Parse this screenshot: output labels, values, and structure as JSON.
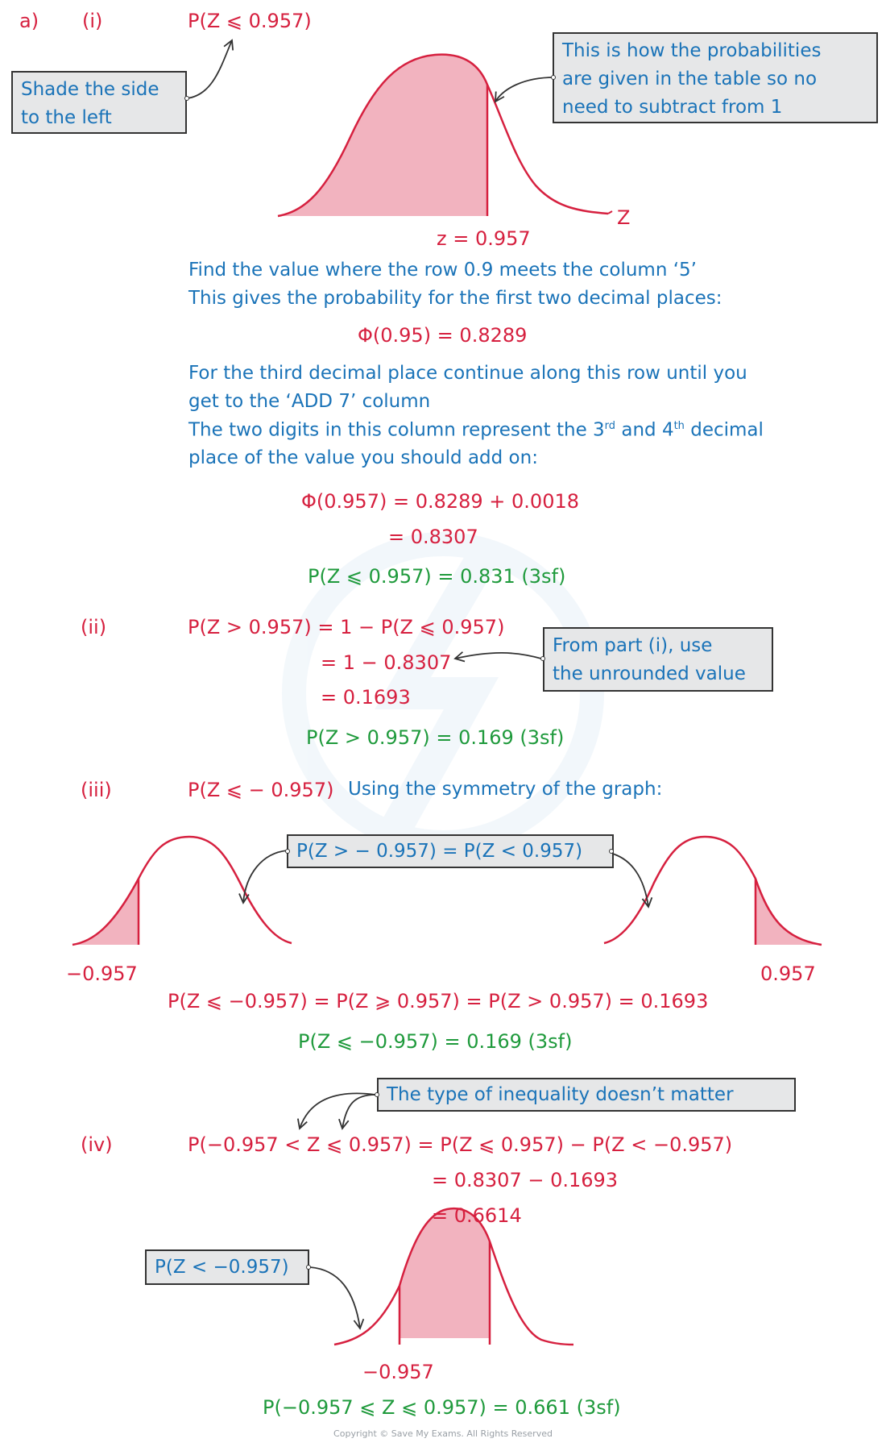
{
  "part_a": {
    "label_a": "a)",
    "label_i": "(i)",
    "heading": "P(Z ⩽ 0.957)",
    "note_left": [
      "Shade the side",
      "to the left"
    ],
    "note_right": [
      "This is how the probabilities",
      "are given in the table so no",
      "need to subtract from 1"
    ],
    "axis_label": "Z",
    "z_label": "z = 0.957",
    "explain_1": [
      "Find the value where the row 0.9 meets the column ‘5’",
      "This gives the probability for the first two decimal places:"
    ],
    "phi_095": "Φ(0.95) = 0.8289",
    "explain_2a": "For the third decimal place continue along this row until you",
    "explain_2b": "get to the ‘ADD 7’ column",
    "explain_3a_pre": "The two digits in this column represent the 3",
    "sup_rd": "rd",
    "explain_3a_mid": " and 4",
    "sup_th": "th",
    "explain_3a_post": " decimal",
    "explain_3b": "place of the value you should add on:",
    "phi_0957": "Φ(0.957) = 0.8289 + 0.0018",
    "phi_result": "= 0.8307",
    "answer": "P(Z ⩽ 0.957) = 0.831  (3sf)"
  },
  "part_ii": {
    "label": "(ii)",
    "line1": "P(Z > 0.957) = 1 − P(Z ⩽ 0.957)",
    "line2": "= 1 − 0.8307",
    "line3": "= 0.1693",
    "note": [
      "From part (i), use",
      "the unrounded value"
    ],
    "answer": "P(Z > 0.957) = 0.169  (3sf)"
  },
  "part_iii": {
    "label": "(iii)",
    "heading": "P(Z ⩽ − 0.957)",
    "heading_note": "Using the symmetry of the graph:",
    "note": "P(Z >  − 0.957) = P(Z < 0.957)",
    "left_label": "−0.957",
    "right_label": "0.957",
    "line1": "P(Z ⩽ −0.957) = P(Z ⩾ 0.957) = P(Z > 0.957) = 0.1693",
    "answer": "P(Z ⩽ −0.957) = 0.169  (3sf)"
  },
  "part_iv": {
    "label": "(iv)",
    "note": "The type of inequality doesn’t matter",
    "line1": "P(−0.957 <  Z ⩽ 0.957) = P(Z ⩽ 0.957) − P(Z < −0.957)",
    "line2": "= 0.8307 − 0.1693",
    "line3": "= 0.6614",
    "note_left": "P(Z < −0.957)",
    "bottom_label": "−0.957",
    "answer": "P(−0.957 ⩽ Z ⩽ 0.957) = 0.661  (3sf)"
  },
  "copyright": "Copyright © Save My Exams. All Rights Reserved",
  "colors": {
    "working": "#d6203f",
    "explanation": "#1a73b8",
    "answer": "#1f9a3c",
    "shading": "#f2b3bf",
    "note_bg": "#e6e7e8"
  }
}
